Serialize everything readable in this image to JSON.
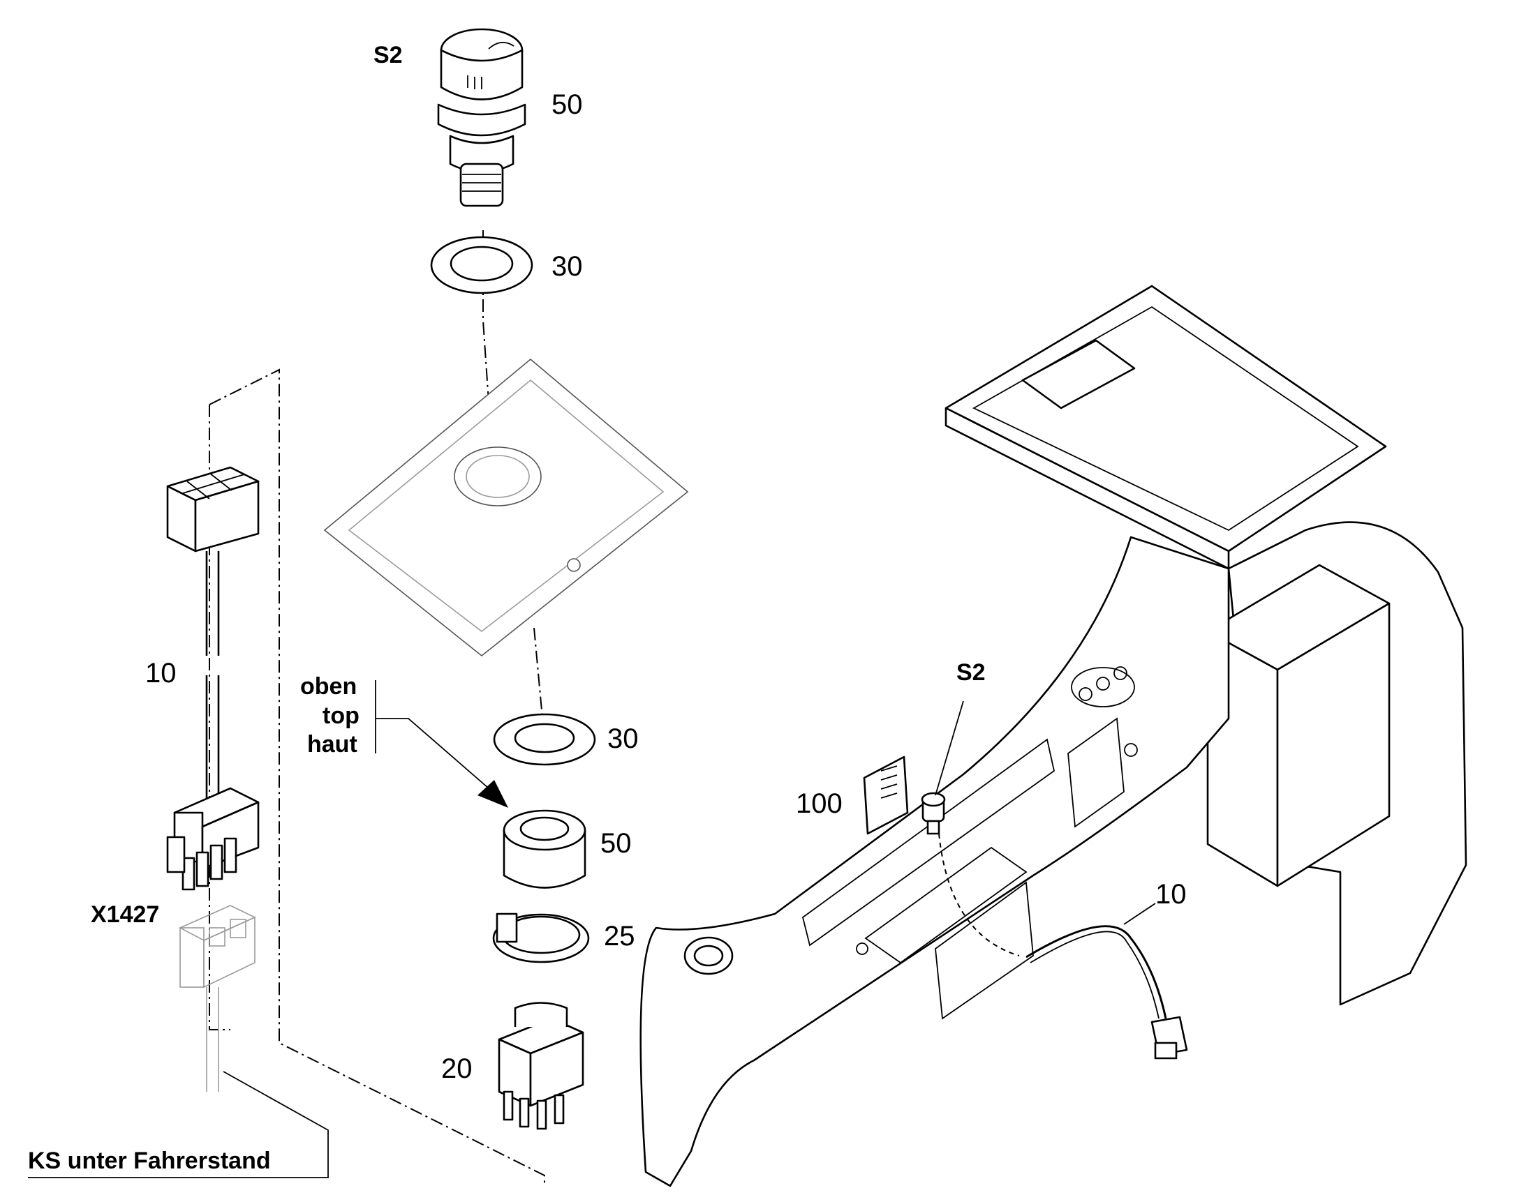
{
  "labels": {
    "s2_top": "S2",
    "s2_right": "S2",
    "p50_top": "50",
    "p30_top": "30",
    "p30_mid": "30",
    "p50_mid": "50",
    "p25": "25",
    "p20": "20",
    "p10_left": "10",
    "p10_right": "10",
    "p100": "100",
    "connector": "X1427",
    "orient_de": "oben",
    "orient_en": "top",
    "orient_fr": "haut",
    "ks_note": "KS unter Fahrerstand"
  }
}
